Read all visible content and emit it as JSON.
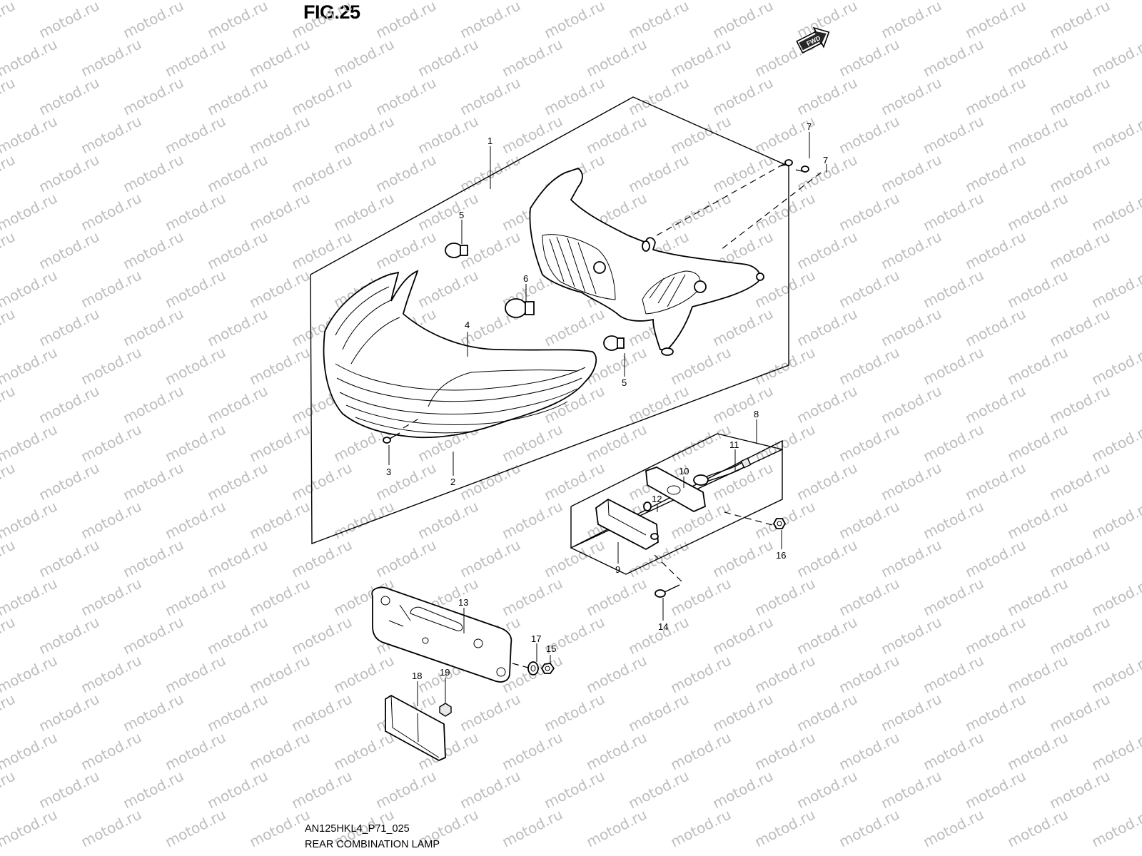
{
  "figure": {
    "title": "FIG.25",
    "model_code": "AN125HKL4_P71_025",
    "name": "REAR COMBINATION LAMP"
  },
  "fwd_marker": {
    "label": "FWD",
    "icon": "fwd-arrow-icon"
  },
  "watermark": {
    "text": "motod.ru",
    "color": "#bdbdbd"
  },
  "callouts": [
    {
      "id": "c1",
      "label": "1"
    },
    {
      "id": "c2",
      "label": "2"
    },
    {
      "id": "c3",
      "label": "3"
    },
    {
      "id": "c4",
      "label": "4"
    },
    {
      "id": "c5a",
      "label": "5"
    },
    {
      "id": "c5b",
      "label": "5"
    },
    {
      "id": "c6",
      "label": "6"
    },
    {
      "id": "c7a",
      "label": "7"
    },
    {
      "id": "c7b",
      "label": "7"
    },
    {
      "id": "c8",
      "label": "8"
    },
    {
      "id": "c9",
      "label": "9"
    },
    {
      "id": "c10",
      "label": "10"
    },
    {
      "id": "c11",
      "label": "11"
    },
    {
      "id": "c12",
      "label": "12"
    },
    {
      "id": "c13",
      "label": "13"
    },
    {
      "id": "c14",
      "label": "14"
    },
    {
      "id": "c15",
      "label": "15"
    },
    {
      "id": "c16",
      "label": "16"
    },
    {
      "id": "c17",
      "label": "17"
    },
    {
      "id": "c18",
      "label": "18"
    },
    {
      "id": "c19",
      "label": "19"
    }
  ]
}
